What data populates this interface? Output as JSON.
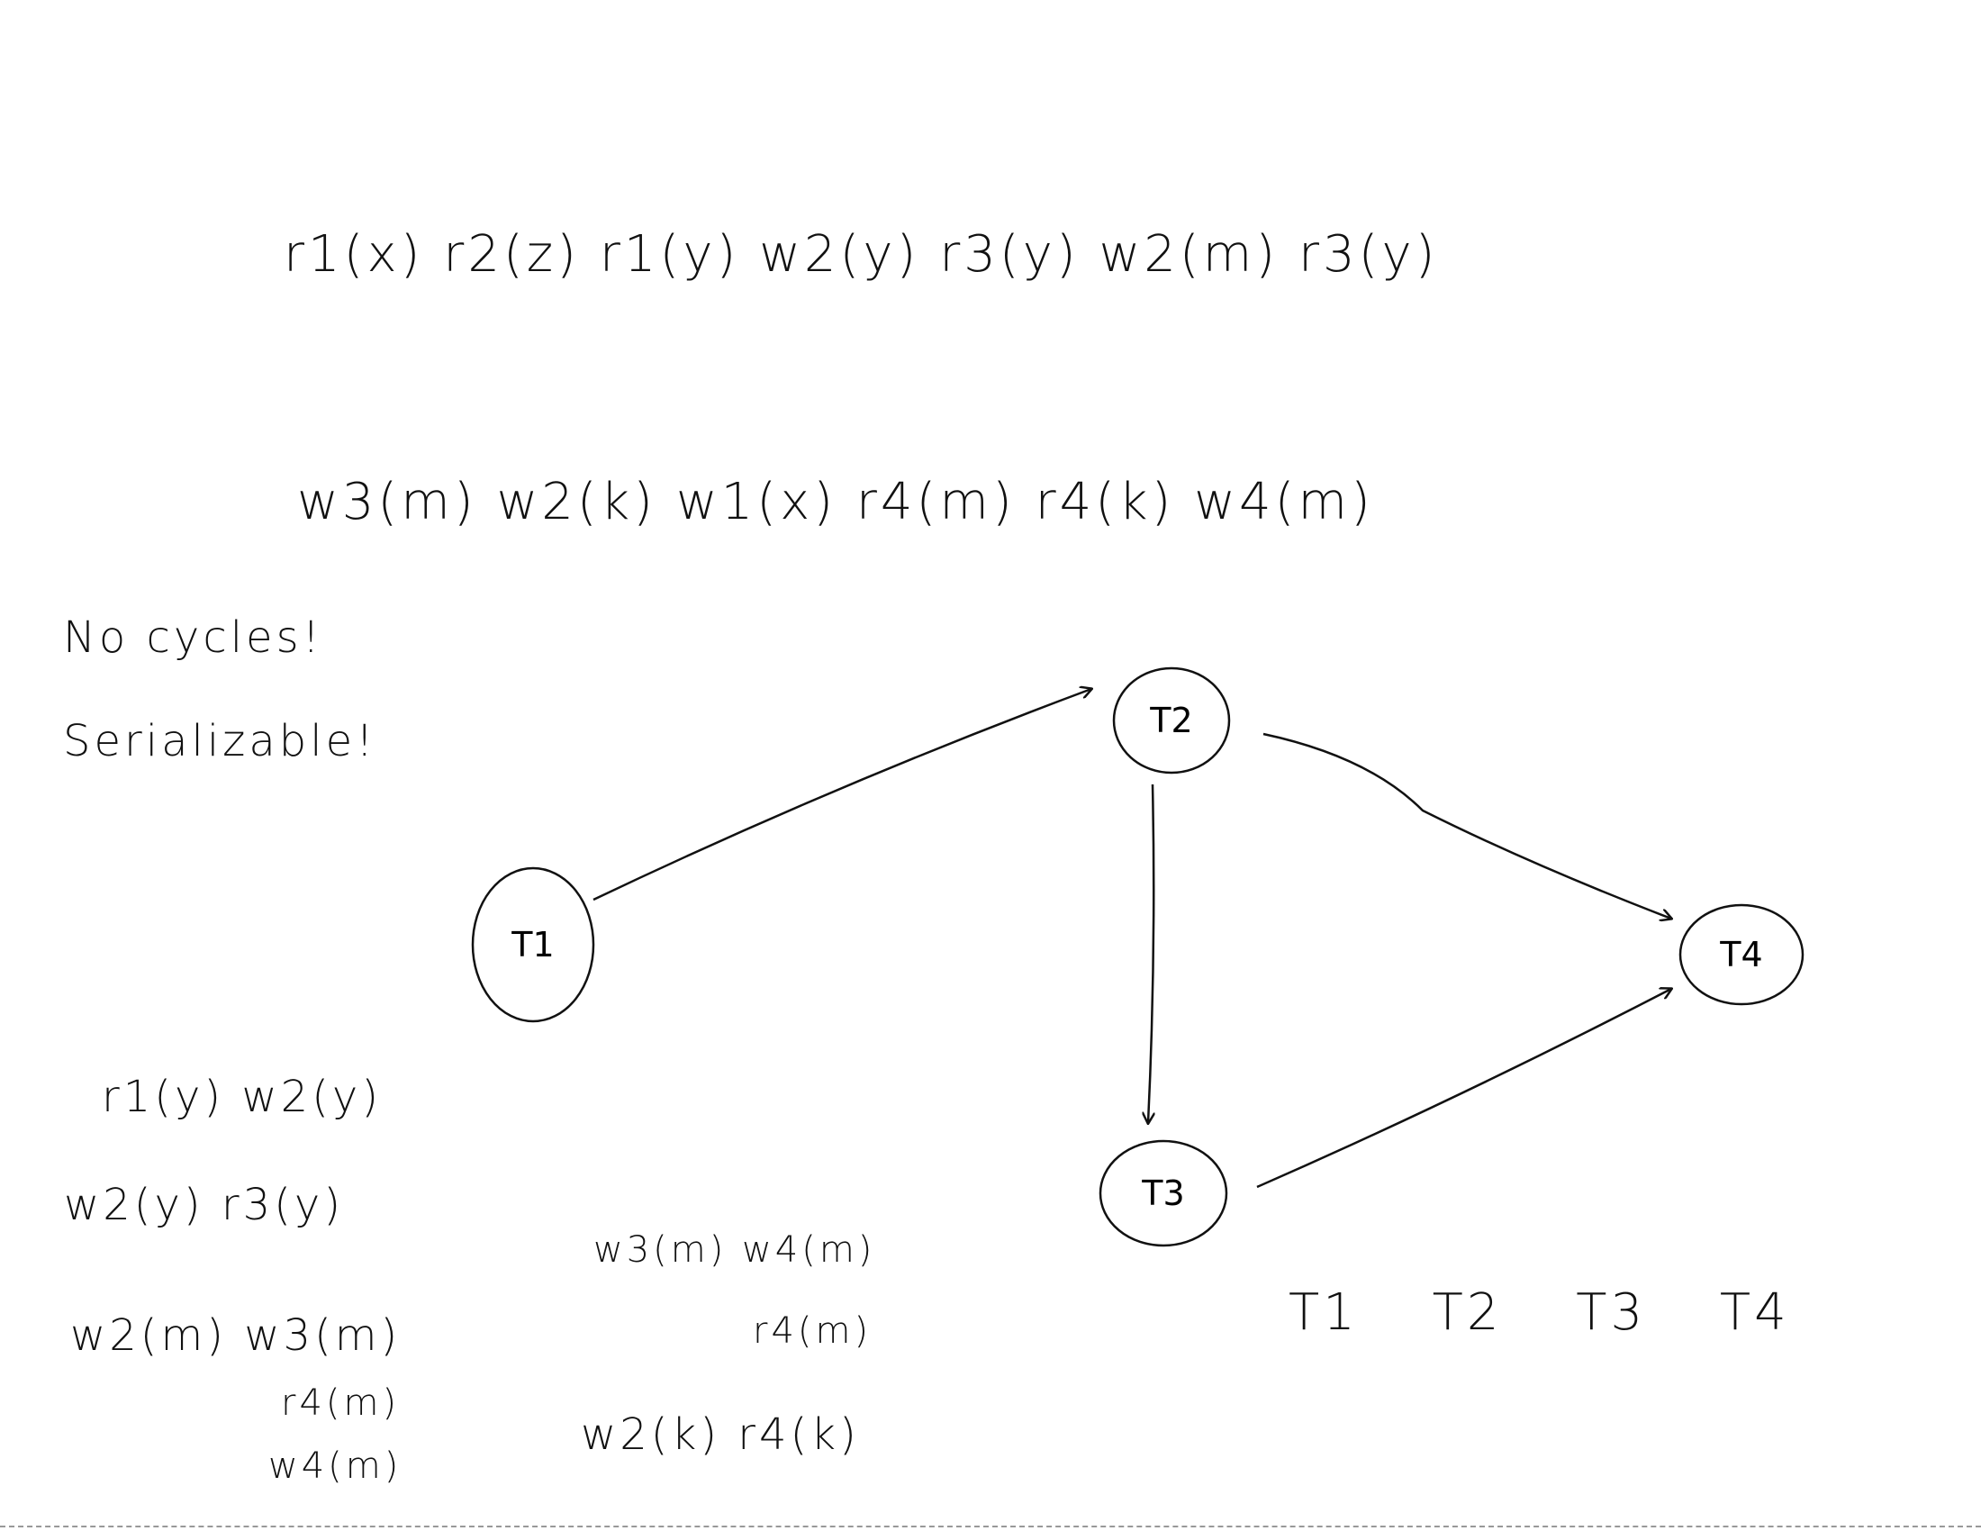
{
  "schedule": {
    "line1": "r1(x) r2(z) r1(y) w2(y) r3(y) w2(m) r3(y)",
    "line2": "w3(m) w2(k) w1(x) r4(m) r4(k) w4(m)"
  },
  "notes": {
    "no_cycles": "No cycles!",
    "serializable": "Serializable!"
  },
  "graph": {
    "nodes": [
      "T1",
      "T2",
      "T3",
      "T4"
    ],
    "edges": [
      [
        "T1",
        "T2"
      ],
      [
        "T2",
        "T3"
      ],
      [
        "T2",
        "T4"
      ],
      [
        "T3",
        "T4"
      ]
    ]
  },
  "conflicts_left": [
    "r1(y) w2(y)",
    "w2(y) r3(y)",
    "w2(m) w3(m)",
    "r4(m)",
    "w4(m)"
  ],
  "conflicts_mid": [
    "w3(m) w4(m)",
    "r4(m)",
    "w2(k) r4(k)"
  ],
  "serial_order": "T1  T2  T3  T4"
}
